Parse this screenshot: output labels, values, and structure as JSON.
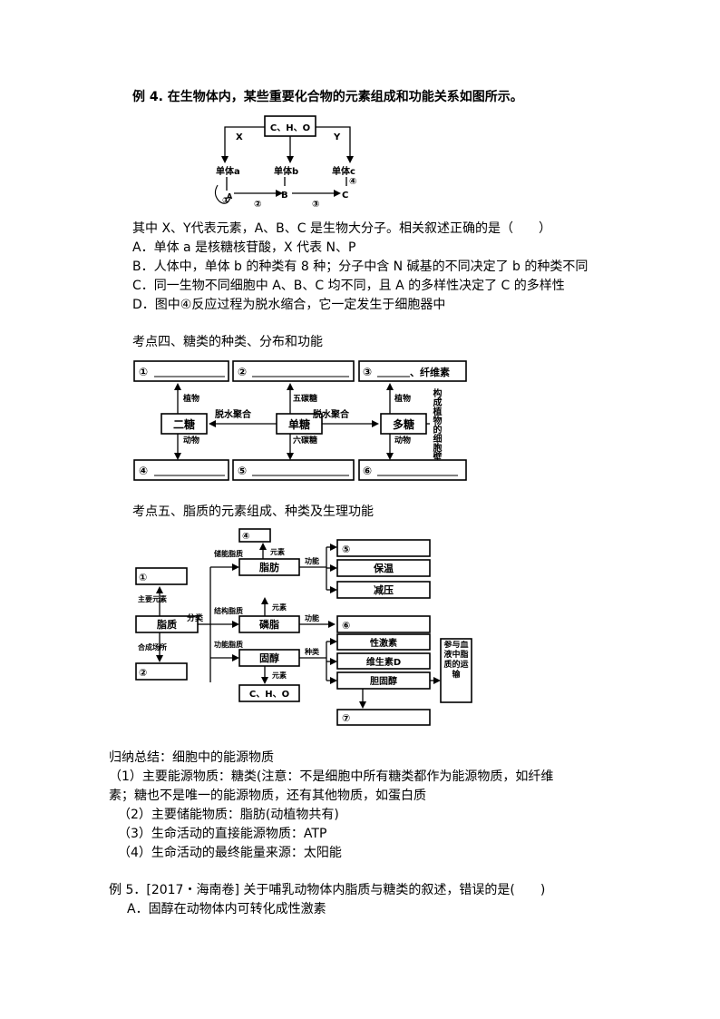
{
  "ex4": {
    "title": "例 4. 在生物体内，某些重要化合物的元素组成和功能关系如图所示。",
    "q1": "其中 X、Y代表元素，A、B、C 是生物大分子。相关叙述正确的是（　　）",
    "A": "A．单体 a 是核糖核苷酸，X 代表 N、P",
    "B": "B．人体中，单体 b 的种类有 8 种；分子中含 N 碱基的不同决定了 b 的种类不同",
    "C": "C．同一生物不同细胞中 A、B、C 均不同，且 A 的多样性决定了 C 的多样性",
    "D": "D．图中④反应过程为脱水缩合，它一定发生于细胞器中"
  },
  "diag1": {
    "top": "C、H、O",
    "x": "X",
    "y": "Y",
    "ua": "单体a",
    "ub": "单体b",
    "uc": "单体c",
    "c1": "①",
    "c2": "②",
    "c3": "③",
    "c4": "④",
    "A": "A",
    "B": "B",
    "C": "C"
  },
  "k4": {
    "title": "考点四、糖类的种类、分布和功能",
    "c1": "①",
    "c2": "②",
    "c3": "③",
    "c3b": "、纤维素",
    "c4": "④",
    "c5": "⑤",
    "c6": "⑥",
    "er": "二糖",
    "dan": "单糖",
    "duo": "多糖",
    "dehy1": "脱水聚合",
    "dehy2": "脱水聚合",
    "plant1": "植物",
    "animal1": "动物",
    "five": "五碳糖",
    "six": "六碳糖",
    "plant2": "植物",
    "animal2": "动物",
    "func": "构成植物的细胞壁"
  },
  "k5": {
    "title": "考点五、脂质的元素组成、种类及生理功能",
    "c1": "①",
    "c2": "②",
    "c4": "④",
    "c5": "⑤",
    "c6": "⑥",
    "c7": "⑦",
    "zhizhi": "脂质",
    "fenlei": "分类",
    "main": "主要元素",
    "syn": "合成场所",
    "store": "储能脂质",
    "struct": "结构脂质",
    "funcl": "功能脂质",
    "fat": "脂肪",
    "phos": "磷脂",
    "ster": "固醇",
    "elem1": "元素",
    "elem2": "元素",
    "elem3": "元素",
    "gn1": "功能",
    "gn2": "功能",
    "gn3": "种类",
    "warm": "保温",
    "buffer": "减压",
    "sex": "性激素",
    "vd": "维生素D",
    "chol": "胆固醇",
    "cho": "C、H、O",
    "role": "参与血液中脂质的运输"
  },
  "summary": {
    "title": "归纳总结：细胞中的能源物质",
    "l1": "（1）主要能源物质：糖类(注意：不是细胞中所有糖类都作为能源物质，如纤维",
    "l1b": "素；糖也不是唯一的能源物质，还有其他物质，如蛋白质",
    "l2": "（2）主要储能物质：脂肪(动植物共有)",
    "l3": "（3）生命活动的直接能源物质：ATP",
    "l4": "（4）生命活动的最终能量来源：太阳能"
  },
  "ex5": {
    "title": "例 5．[2017・海南卷] 关于哺乳动物体内脂质与糖类的叙述，错误的是(　　)",
    "A": "A．固醇在动物体内可转化成性激素"
  }
}
